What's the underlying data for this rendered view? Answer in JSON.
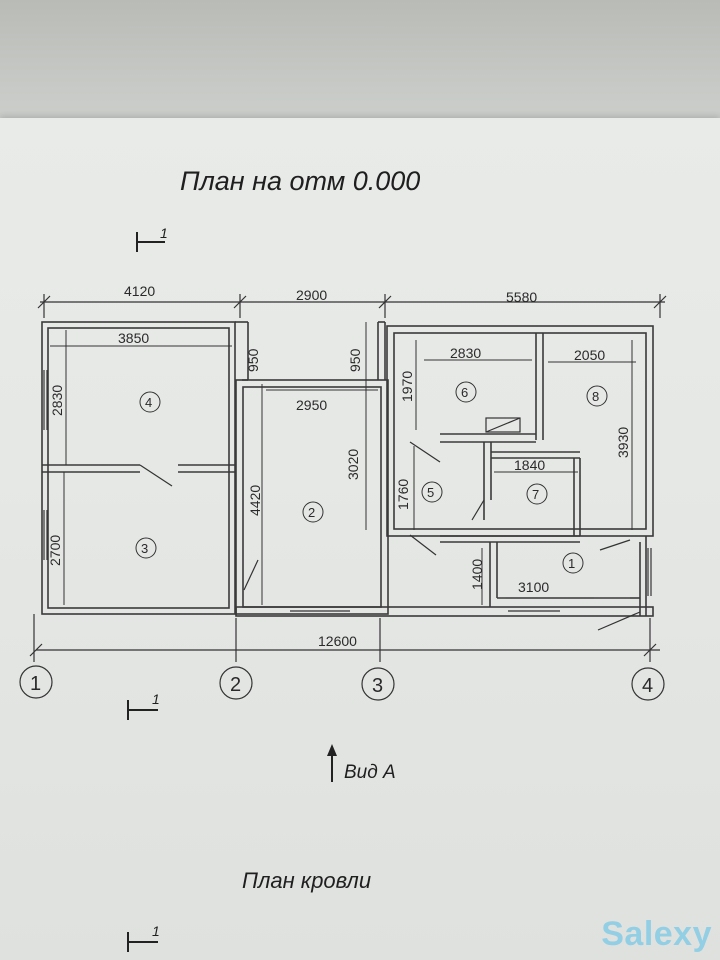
{
  "title": "План на отм 0.000",
  "roof_title": "План кровли",
  "view_label": "Вид А",
  "section_marks": [
    "1",
    "1",
    "1"
  ],
  "axes": [
    "1",
    "2",
    "3",
    "4"
  ],
  "dimensions": {
    "top": [
      "4120",
      "2900",
      "5580"
    ],
    "bottom_total": "12600",
    "inner": [
      "3850",
      "950",
      "950",
      "2830",
      "2050",
      "2830",
      "2950",
      "1970",
      "1840",
      "3930",
      "3020",
      "1760",
      "4420",
      "2700",
      "1400",
      "3100"
    ]
  },
  "rooms": [
    "4",
    "3",
    "2",
    "6",
    "8",
    "5",
    "7",
    "1"
  ],
  "watermark": "Salexy",
  "colors": {
    "paper": "#e7e9e7",
    "ink": "#2a2a2a",
    "watermark": "#78c8e6"
  }
}
